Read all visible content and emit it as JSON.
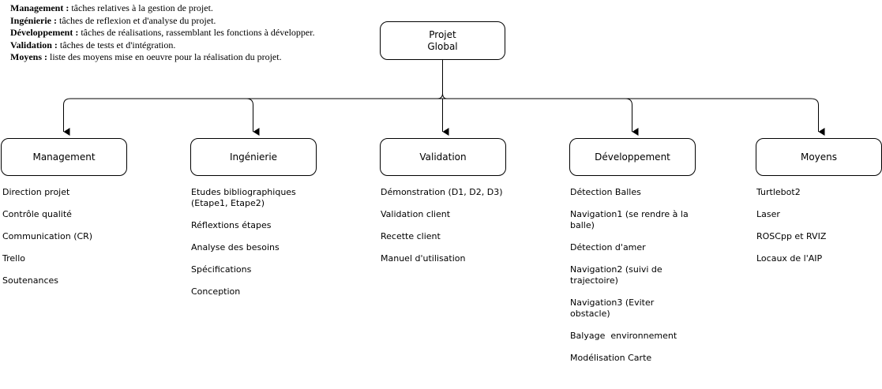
{
  "legend": [
    {
      "term": "Management :",
      "text": " tâches relatives à la gestion de projet."
    },
    {
      "term": "Ingénierie :",
      "text": " tâches de reflexion et d'analyse du projet."
    },
    {
      "term": "Développement :",
      "text": " tâches de réalisations, rassemblant les fonctions à développer."
    },
    {
      "term": "Validation :",
      "text": " tâches de tests et d'intégration."
    },
    {
      "term": "Moyens :",
      "text": " liste des moyens mise en oeuvre pour la réalisation du projet."
    }
  ],
  "root": {
    "label": "Projet\nGlobal"
  },
  "branches": [
    {
      "label": "Management",
      "items": [
        "Direction projet",
        "Contrôle qualité",
        "Communication (CR)",
        "Trello",
        "Soutenances"
      ]
    },
    {
      "label": "Ingénierie",
      "items": [
        "Etudes bibliographiques (Etape1, Etape2)",
        "Réflextions étapes",
        "Analyse des besoins",
        "Spécifications",
        "Conception"
      ]
    },
    {
      "label": "Validation",
      "items": [
        "Démonstration (D1, D2, D3)",
        "Validation client",
        "Recette client",
        "Manuel d'utilisation"
      ]
    },
    {
      "label": "Développement",
      "items": [
        "Détection Balles",
        "Navigation1 (se rendre à la balle)",
        "Détection d'amer",
        "Navigation2 (suivi de trajectoire)",
        "Navigation3 (Eviter obstacle)",
        "Balyage  environnement",
        "Modélisation Carte"
      ]
    },
    {
      "label": "Moyens",
      "items": [
        "Turtlebot2",
        "Laser",
        "ROSCpp et RVIZ",
        "Locaux de l'AIP"
      ]
    }
  ]
}
